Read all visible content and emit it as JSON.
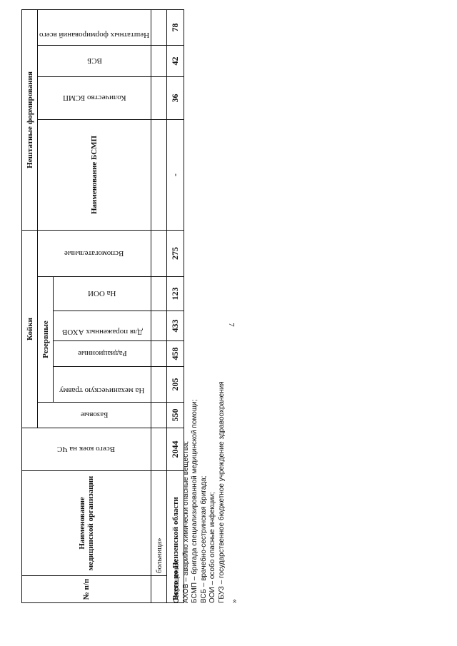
{
  "page_number": "7",
  "table": {
    "col_num": "№ п/п",
    "col_org": "Наименование медицинской организации",
    "col_total_beds": "Всего коек на ЧС",
    "group_beds": "Койки",
    "col_base": "Базовые",
    "group_reserve": "Резервные",
    "col_mech": "На механическую травму",
    "col_rad": "Радиационные",
    "col_ahov": "Для пораженных АХОВ",
    "col_ooi": "На ООИ",
    "col_aux": "Вспомогательные",
    "group_formations": "Нештатные формирования",
    "col_bsmp_name": "Наименование БСМП",
    "col_bsmp_count": "Количество БСМП",
    "col_vsb": "ВСБ",
    "col_total_form": "Нештатных формирований всего",
    "partial_row_org": "больница»",
    "total_row": {
      "label": "Всего по Пензенской области",
      "total_beds": "2044",
      "base": "550",
      "mech": "205",
      "rad": "458",
      "ahov": "433",
      "ooi": "123",
      "aux": "275",
      "bsmp_name": "-",
      "bsmp_count": "36",
      "vsb": "42",
      "total_form": "78"
    }
  },
  "notes": {
    "heading": "Сокращения:",
    "lines": [
      "АХОВ – аварийно химически опасные вещества;",
      "БСМП – бригада специализированной медицинской помощи;",
      "ВСБ – врачебно-сестринская бригада;",
      "ООИ – особо опасные инфекции;",
      "ГБУЗ – государственное бюджетное учреждение здравоохранения"
    ],
    "closing": "»"
  }
}
